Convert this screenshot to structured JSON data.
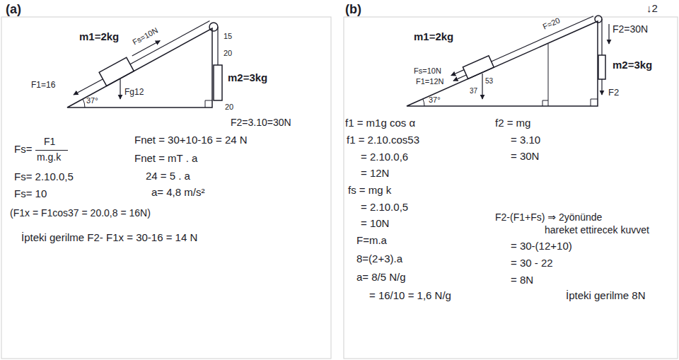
{
  "diagram": {
    "labels": [
      "(a)",
      "m1=2kg",
      "Fs=10N",
      "F1=16",
      "37°",
      "Fg12",
      "15",
      "20",
      "m2=3kg",
      "20",
      "F2=3.10=30N",
      "Fs=",
      "F1",
      "m.g.k",
      "Fs= 2.10.0,5",
      "Fs= 10",
      "Fnet = 30+10-16 = 24 N",
      "Fnet = mT . a",
      "24 = 5 . a",
      "a= 4,8 m/s²",
      "(F1x = F1cos37 = 20.0,8 = 16N)",
      "İpteki gerilme F2- F1x = 30-16 = 14 N",
      "(b)",
      "↓2",
      "m1=2kg",
      "F=20",
      "F2=30N",
      "m2=3kg",
      "F2",
      "Fs=10N",
      "F1=12N",
      "37°",
      "53",
      "37",
      "f1 = m1g cos α",
      "f1 = 2.10.cos53",
      "= 2.10.0,6",
      "= 12N",
      "fs = mg k",
      "= 2.10.0,5",
      "= 10N",
      "F=m.a",
      "8=(2+3).a",
      "a= 8/5 N/g",
      "= 16/10 = 1,6 N/g",
      "f2 = mg",
      "= 3.10",
      "= 30N",
      "F2-(F1+Fs) ⇒ 2yönünde",
      "hareket ettirecek kuvvet",
      "= 30-(12+10)",
      "= 30 - 22",
      "= 8N",
      "İpteki gerilme 8N"
    ]
  }
}
